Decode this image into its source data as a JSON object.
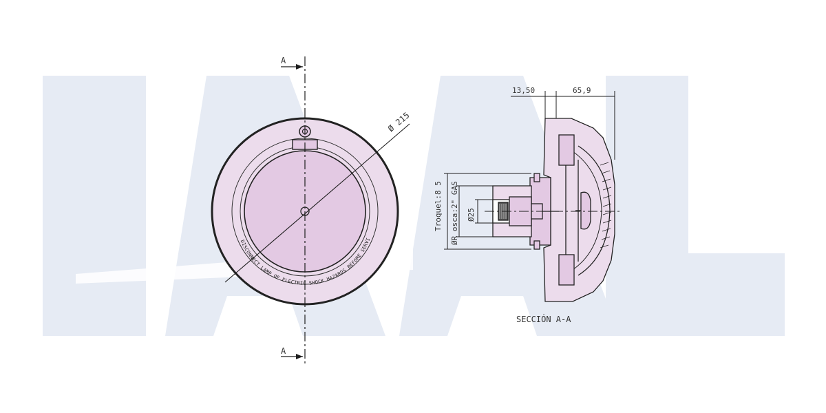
{
  "watermark": {
    "text": "IAAL",
    "color": "#e6ebf4"
  },
  "colors": {
    "fill": "#ecdcec",
    "fill_inner": "#e3c9e3",
    "stroke": "#222222",
    "line": "#1e1e1e"
  },
  "front_view": {
    "section_mark_top": "A",
    "section_mark_bottom": "A",
    "diameter_label": "Ø 215",
    "perimeter_text": "DISCONNECT LAMP OF ELECTRIC SHOCK HAZARDS BEFORE SERVICING"
  },
  "section_view": {
    "dim_depth_left": "13,50",
    "dim_depth_right": "65,9",
    "dim_troquel": "Troquel:8 5",
    "dim_rosca": "ØR osca:2\" GAS",
    "dim_inner": "Ø25",
    "caption": "SECCIÓN A-A"
  }
}
